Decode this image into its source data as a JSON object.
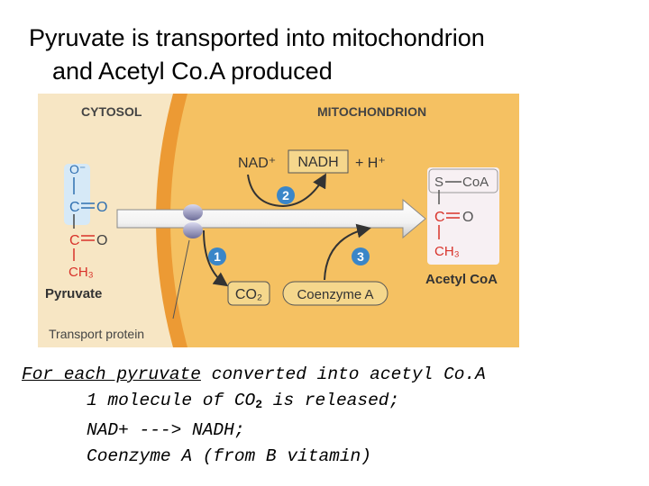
{
  "slide": {
    "title_line1": "Pyruvate is transported into mitochondrion",
    "title_line2": "and Acetyl Co.A produced"
  },
  "figure": {
    "cytosol_label": "CYTOSOL",
    "mito_label": "MITOCHONDRION",
    "nad": "NAD⁺",
    "nadh": "NADH",
    "h_plus": "+ H⁺",
    "step1": "1",
    "step2": "2",
    "step3": "3",
    "co2": "CO₂",
    "coenzyme_a": "Coenzyme A",
    "pyruvate_label": "Pyruvate",
    "transport_protein": "Transport protein",
    "acetyl_coa_label": "Acetyl CoA",
    "pyr_o_minus": "O⁻",
    "pyr_c1": "C",
    "pyr_o1": "O",
    "pyr_c2": "C",
    "pyr_o2": "O",
    "pyr_ch3": "CH₃",
    "acoa_s": "S",
    "acoa_coa": "CoA",
    "acoa_c": "C",
    "acoa_o": "O",
    "acoa_ch3": "CH₃",
    "colors": {
      "cytosol": "#f7e6c4",
      "mitochondrion": "#f5c162",
      "membrane": "#ec9a34",
      "step_circle": "#3a86c8",
      "pyruvate_highlight": "#d6e9f7",
      "acetyl_highlight": "#f7f0f3",
      "carbon_red": "#d8322a"
    }
  },
  "notes": {
    "line1_pre": "For each pyruvate",
    "line1_post": " converted into acetyl Co.A",
    "line2_pre": "1 molecule of CO",
    "line2_sub": "2",
    "line2_post": " is released;",
    "line3": "NAD+ ---> NADH;",
    "line4": "Coenzyme A (from B vitamin)"
  }
}
